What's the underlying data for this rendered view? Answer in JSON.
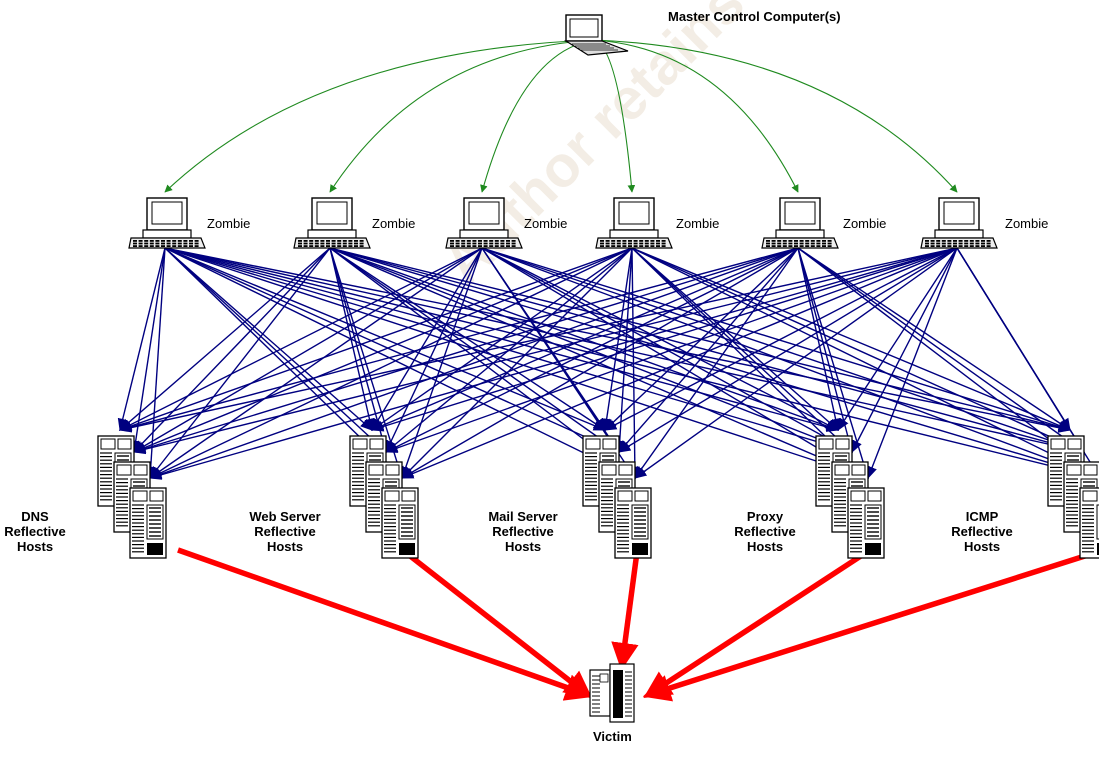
{
  "master": {
    "label": "Master Control Computer(s)"
  },
  "zombies": [
    {
      "label": "Zombie"
    },
    {
      "label": "Zombie"
    },
    {
      "label": "Zombie"
    },
    {
      "label": "Zombie"
    },
    {
      "label": "Zombie"
    },
    {
      "label": "Zombie"
    }
  ],
  "reflector_groups": [
    {
      "lines": [
        "DNS",
        "Reflective",
        "Hosts"
      ]
    },
    {
      "lines": [
        "Web Server",
        "Reflective",
        "Hosts"
      ]
    },
    {
      "lines": [
        "Mail Server",
        "Reflective",
        "Hosts"
      ]
    },
    {
      "lines": [
        "Proxy",
        "Reflective",
        "Hosts"
      ]
    },
    {
      "lines": [
        "ICMP",
        "Reflective",
        "Hosts"
      ]
    }
  ],
  "victim": {
    "label": "Victim"
  },
  "watermark": {
    "text": "Author retains full rights"
  },
  "colors": {
    "control": "#1f8a1f",
    "attack": "#000080",
    "reflect": "#ff0000"
  }
}
